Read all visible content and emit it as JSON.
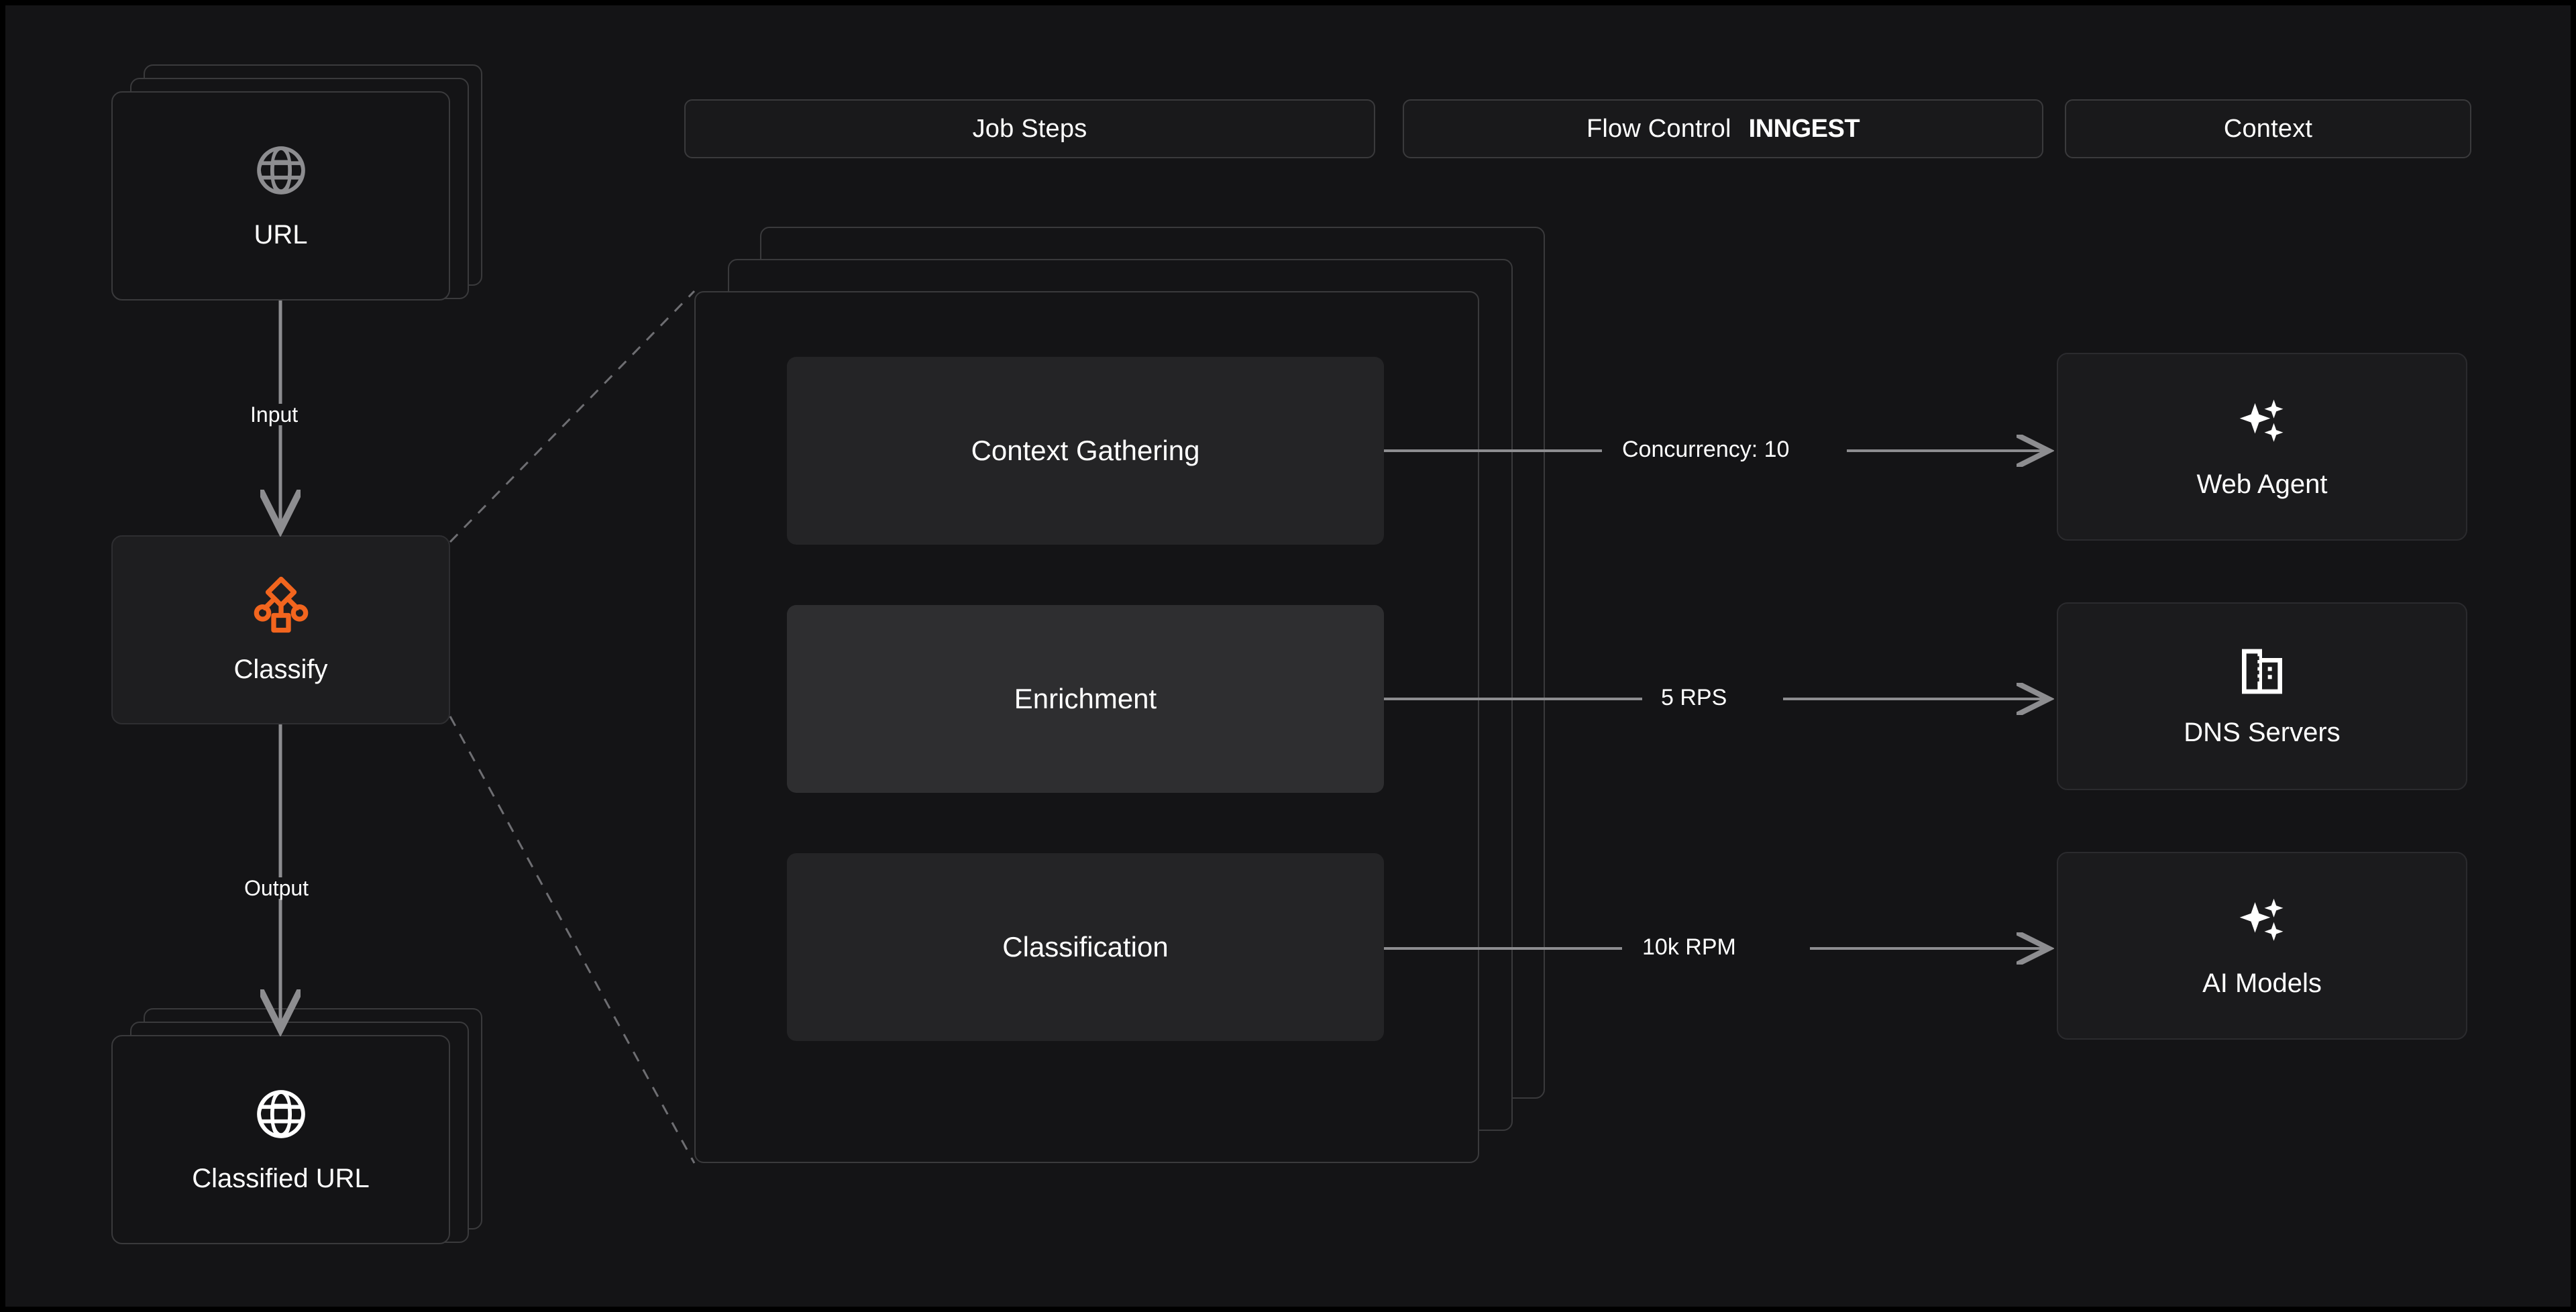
{
  "brand": {
    "name": "INNGEST",
    "accent": "#F2651E",
    "background": "#141416",
    "border": "#3a3a3c"
  },
  "header": {
    "pills": [
      {
        "id": "job-steps",
        "label": "Job Steps",
        "brand": ""
      },
      {
        "id": "flow-control",
        "label": "Flow Control",
        "brand": "INNGEST"
      },
      {
        "id": "context",
        "label": "Context",
        "brand": ""
      }
    ]
  },
  "pipeline": {
    "input_node": {
      "label": "URL",
      "icon": "globe-icon"
    },
    "process_node": {
      "label": "Classify",
      "icon": "workflow-nodes-icon"
    },
    "output_node": {
      "label": "Classified URL",
      "icon": "globe-icon"
    },
    "input_edge_label": "Input",
    "output_edge_label": "Output"
  },
  "job_steps": [
    {
      "id": "context-gathering",
      "label": "Context Gathering",
      "highlighted": false
    },
    {
      "id": "enrichment",
      "label": "Enrichment",
      "highlighted": true
    },
    {
      "id": "classification",
      "label": "Classification",
      "highlighted": false
    }
  ],
  "flow_control": [
    {
      "id": "concurrency",
      "label": "Concurrency: 10"
    },
    {
      "id": "rps",
      "label": "5 RPS"
    },
    {
      "id": "rpm",
      "label": "10k RPM"
    }
  ],
  "context_resources": [
    {
      "id": "web-agent",
      "label": "Web Agent",
      "icon": "sparkles-icon"
    },
    {
      "id": "dns-servers",
      "label": "DNS Servers",
      "icon": "office-building-icon"
    },
    {
      "id": "ai-models",
      "label": "AI Models",
      "icon": "sparkles-icon"
    }
  ]
}
